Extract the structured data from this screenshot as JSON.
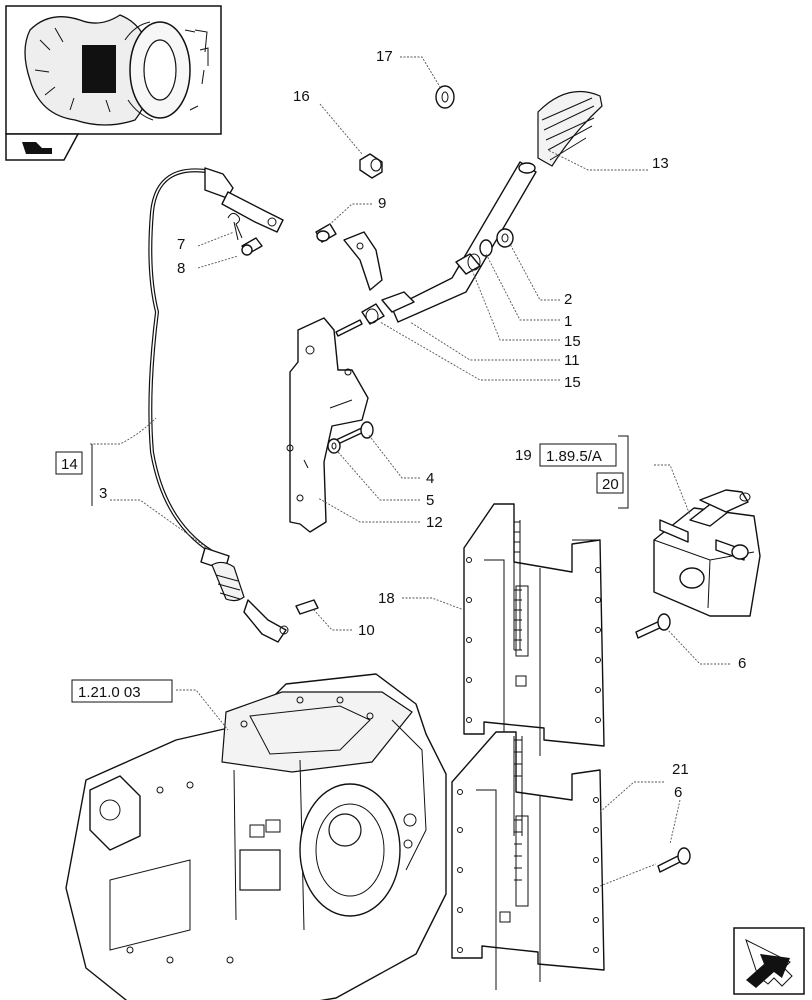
{
  "callouts": {
    "c17": "17",
    "c16": "16",
    "c13": "13",
    "c9": "9",
    "c7": "7",
    "c8": "8",
    "c2": "2",
    "c1": "1",
    "c15a": "15",
    "c11": "11",
    "c15b": "15",
    "c14": "14",
    "c3": "3",
    "c4": "4",
    "c5": "5",
    "c12": "12",
    "c19": "19",
    "c20": "20",
    "c18": "18",
    "c6a": "6",
    "c10": "10",
    "c21": "21",
    "c6b": "6"
  },
  "refs": {
    "ref_1895a": "1.89.5/A",
    "ref_12103": "1.21.0 03"
  },
  "icons": {
    "thumbnail": "tractor-thumbnail-icon",
    "thumb_nav": "arrow-nav-icon",
    "next_page": "next-page-arrow-icon"
  }
}
